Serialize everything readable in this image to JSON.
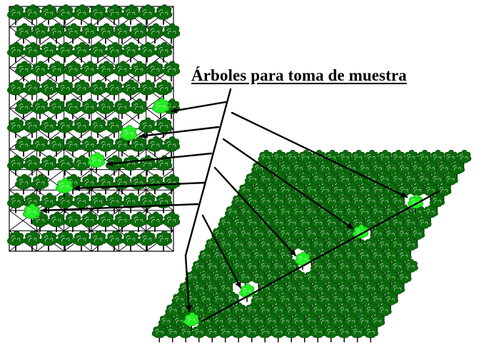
{
  "caption": "Árboles para toma de muestra",
  "colors": {
    "tree": "#0b6b0b",
    "tree_dark": "#064d06",
    "sample_tree": "#22ee22",
    "sample_tree_dark": "#10b010",
    "lines": "#000000",
    "background": "#ffffff"
  },
  "left_plot": {
    "grid_rows": 12,
    "grid_cols": 6,
    "tree_rows": 13,
    "tree_cols": 10,
    "sample_trees_highlighted": 5
  },
  "right_plot": {
    "tree_rows": 17,
    "sample_trees_highlighted": 5
  },
  "icons": [
    "tree-icon",
    "sample-tree-icon",
    "arrow-icon"
  ]
}
